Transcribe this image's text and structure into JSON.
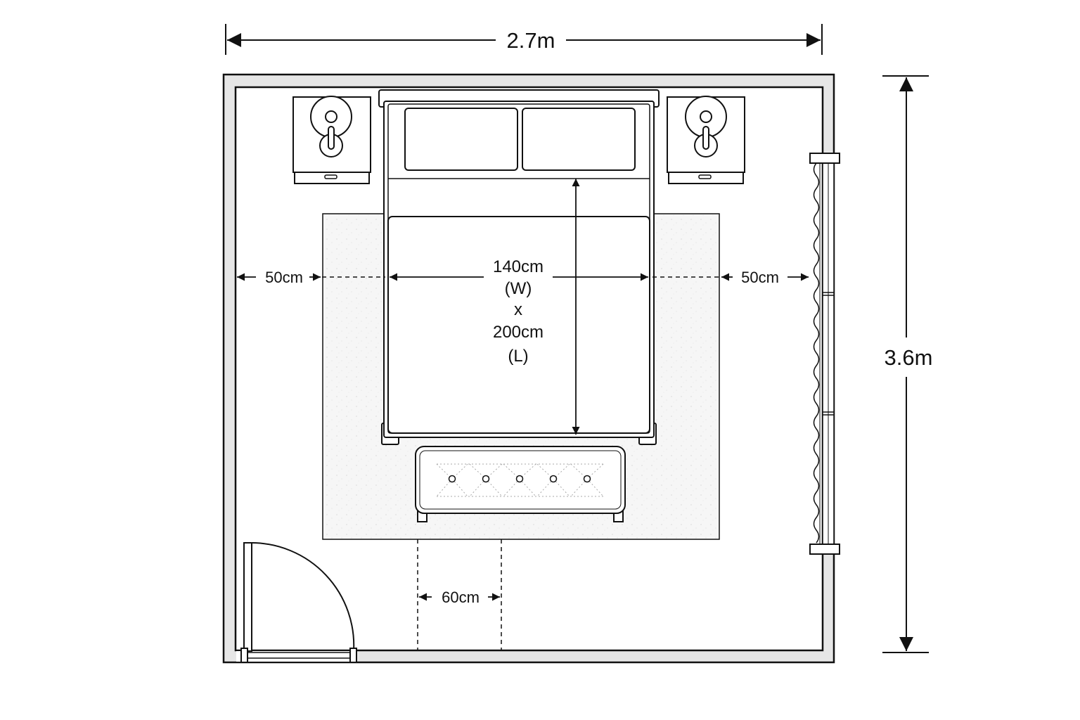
{
  "dimensions": {
    "room_width": "2.7m",
    "room_length": "3.6m",
    "left_clearance": "50cm",
    "right_clearance": "50cm",
    "foot_clearance": "60cm"
  },
  "bed": {
    "width_value": "140cm",
    "width_tag": "(W)",
    "times": "x",
    "length_value": "200cm",
    "length_tag": "(L)"
  },
  "colors": {
    "line": "#111111",
    "wall_fill": "#e6e6e6",
    "rug_fill": "#f5f5f5",
    "background": "#ffffff"
  }
}
